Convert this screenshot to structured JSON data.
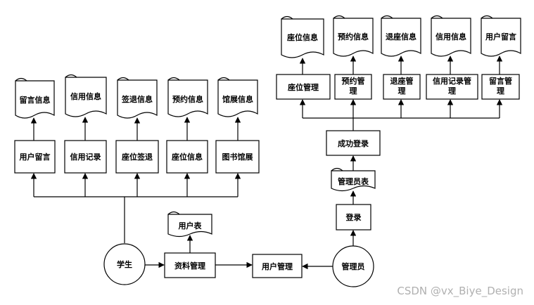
{
  "student_side": {
    "student": "学生",
    "functions": [
      "用户留言",
      "信用记录",
      "座位签退",
      "座位信息",
      "图书馆展"
    ],
    "data_stores": [
      "留言信息",
      "信用信息",
      "签退信息",
      "预约信息",
      "馆展信息"
    ]
  },
  "middle": {
    "profile_manage": "资料管理",
    "user_table": "用户表",
    "user_manage": "用户管理"
  },
  "admin_side": {
    "admin": "管理员",
    "login": "登录",
    "admin_table": "管理员表",
    "login_success": "成功登录",
    "functions": [
      "座位管理",
      "预约管理",
      "退座管理",
      "信用记录管理",
      "留言管理"
    ],
    "data_stores": [
      "座位信息",
      "预约信息",
      "退座信息",
      "信用信息",
      "用户留言"
    ]
  },
  "watermark": "CSDN @vx_Biye_Design"
}
